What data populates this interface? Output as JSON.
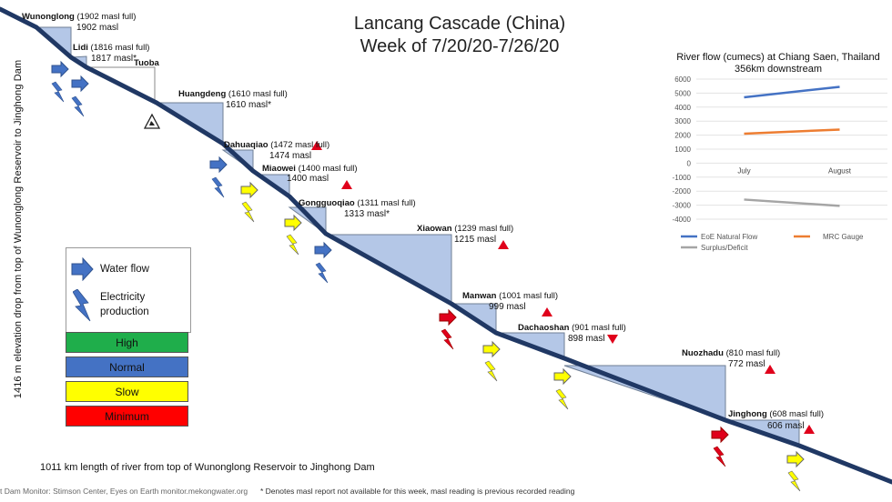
{
  "title_line1": "Lancang Cascade (China)",
  "title_line2": "Week of 7/20/20-7/26/20",
  "y_axis_label": "1416 m elevation drop from top of  Wunonglong Reservoir to Jinghong Dam",
  "x_axis_label": "1011 km length of river from top of Wunonglong Reservoir to Jinghong Dam",
  "footer_source": "t Dam Monitor: Stimson Center, Eyes on Earth  monitor.mekongwater.org",
  "footer_note": "* Denotes masl report not available for this week, masl reading is previous recorded reading",
  "dams": [
    {
      "name": "Wunonglong",
      "full": "(1902 masl full)",
      "level": "1902 masl"
    },
    {
      "name": "Lidi",
      "full": "(1816 masl full)",
      "level": "1817 masl*"
    },
    {
      "name": "Tuoba",
      "full": "",
      "level": ""
    },
    {
      "name": "Huangdeng",
      "full": "(1610 masl full)",
      "level": "1610 masl*"
    },
    {
      "name": "Dahuaqiao",
      "full": "(1472 masl full)",
      "level": "1474 masl"
    },
    {
      "name": "Miaowei",
      "full": "(1400 masl full)",
      "level": "1400 masl"
    },
    {
      "name": "Gongguoqiao",
      "full": "(1311 masl full)",
      "level": "1313 masl*"
    },
    {
      "name": "Xiaowan",
      "full": "(1239 masl full)",
      "level": "1215 masl"
    },
    {
      "name": "Manwan",
      "full": "(1001 masl full)",
      "level": "999 masl"
    },
    {
      "name": "Dachaoshan",
      "full": "(901 masl full)",
      "level": "898 masl"
    },
    {
      "name": "Nuozhadu",
      "full": "(810 masl full)",
      "level": "772 masl"
    },
    {
      "name": "Jinghong",
      "full": "(608 masl full)",
      "level": "606 masl"
    }
  ],
  "legend": {
    "water_flow": "Water flow",
    "electricity_line1": "Electricity",
    "electricity_line2": "production",
    "levels": [
      {
        "label": "High",
        "color": "#1fae4b"
      },
      {
        "label": "Normal",
        "color": "#4472c4"
      },
      {
        "label": "Slow",
        "color": "#ffff00"
      },
      {
        "label": "Minimum",
        "color": "#ff0000"
      }
    ]
  },
  "colors": {
    "river": "#203864",
    "reservoir": "#b4c7e7",
    "arrow_normal": "#4472c4",
    "arrow_slow": "#ffff00",
    "arrow_minimum": "#e0001b",
    "triangle_red": "#e0001b"
  },
  "icons": [
    "arrow-right-icon",
    "lightning-bolt-icon",
    "warning-triangle-icon",
    "construction-sign-icon"
  ],
  "chart_data": {
    "type": "line",
    "title_line1": "River flow (cumecs) at Chiang Saen, Thailand",
    "title_line2": "356km downstream",
    "categories": [
      "July",
      "August"
    ],
    "ylim": [
      -4000,
      6000
    ],
    "yticks": [
      "6000",
      "5000",
      "4000",
      "3000",
      "2000",
      "1000",
      "0",
      "-1000",
      "-2000",
      "-3000",
      "-4000"
    ],
    "series": [
      {
        "name": "EoE Natural Flow",
        "values": [
          4700,
          5450
        ],
        "color": "#4472c4"
      },
      {
        "name": "MRC Gauge",
        "values": [
          2100,
          2400
        ],
        "color": "#ed7d31"
      },
      {
        "name": "Surplus/Deficit",
        "values": [
          -2600,
          -3050
        ],
        "color": "#a5a5a5"
      }
    ],
    "grid": true,
    "legend": "bottom"
  }
}
